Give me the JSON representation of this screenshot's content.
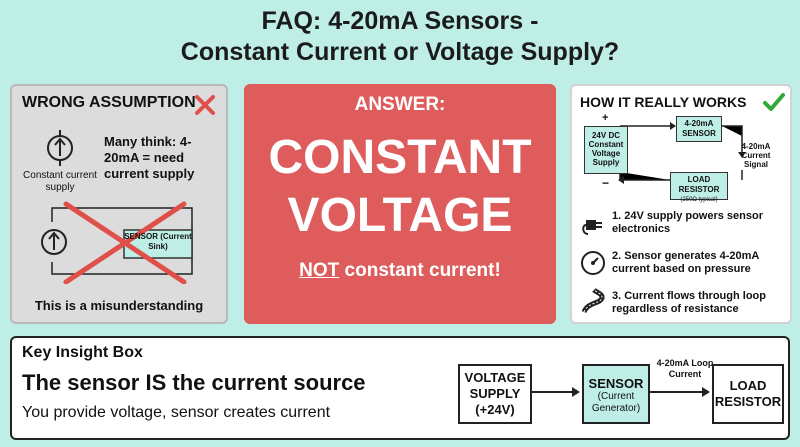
{
  "title": {
    "line1": "FAQ: 4-20mA Sensors -",
    "line2": "Constant Current or Voltage Supply?"
  },
  "wrong": {
    "heading": "WRONG ASSUMPTION",
    "source_label": "Constant current supply",
    "claim": "Many think: 4-20mA = need current supply",
    "sensor_label": "SENSOR (Current Sink)",
    "footer": "This is a misunderstanding"
  },
  "answer": {
    "heading": "ANSWER:",
    "line1": "CONSTANT",
    "line2": "VOLTAGE",
    "not_word": "NOT",
    "not_rest": " constant current!"
  },
  "how": {
    "heading": "HOW IT REALLY WORKS",
    "supply": "24V DC Constant Voltage Supply",
    "sensor": "4-20mA SENSOR",
    "load": "LOAD RESISTOR",
    "load_note": "(250Ω typical)",
    "signal": "4-20mA Current Signal",
    "plus": "+",
    "minus": "−",
    "steps": [
      "1. 24V supply powers sensor electronics",
      "2. Sensor generates 4-20mA current based on pressure",
      "3. Current flows through loop regardless of resistance"
    ]
  },
  "insight": {
    "label": "Key Insight Box",
    "headline": "The sensor IS the current source",
    "sub": "You provide voltage, sensor creates current",
    "voltage_box": "VOLTAGE SUPPLY (+24V)",
    "sensor_box": "SENSOR",
    "sensor_sub": "(Current Generator)",
    "loop_label": "4-20mA Loop Current",
    "load_box": "LOAD RESISTOR"
  },
  "colors": {
    "background": "#bfeee6",
    "answer_red": "#de5d5c",
    "cross_red": "#e0504a",
    "check_green": "#2faa3a",
    "box_teal": "#bfeee6"
  }
}
